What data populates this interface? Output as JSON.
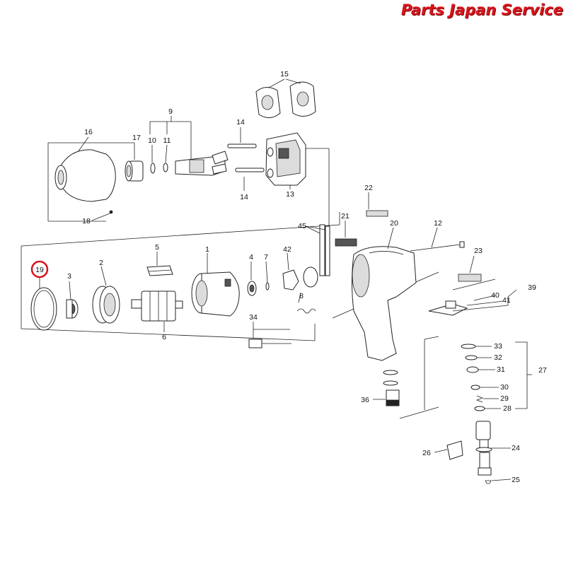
{
  "brand": "Parts Japan Service",
  "highlight_color": "#d8141b",
  "highlighted_part": "19",
  "labels": {
    "p1": "1",
    "p2": "2",
    "p3": "3",
    "p4": "4",
    "p5": "5",
    "p6": "6",
    "p7": "7",
    "p8": "8",
    "p9": "9",
    "p10": "10",
    "p11": "11",
    "p12": "12",
    "p13": "13",
    "p14a": "14",
    "p14b": "14",
    "p15": "15",
    "p16": "16",
    "p17": "17",
    "p18": "18",
    "p19": "19",
    "p20": "20",
    "p21": "21",
    "p22": "22",
    "p23": "23",
    "p24": "24",
    "p25": "25",
    "p26": "26",
    "p27": "27",
    "p28": "28",
    "p29": "29",
    "p30": "30",
    "p31": "31",
    "p32": "32",
    "p33": "33",
    "p34": "34",
    "p36": "36",
    "p39": "39",
    "p40": "40",
    "p41": "41",
    "p42": "42",
    "p45": "45"
  }
}
